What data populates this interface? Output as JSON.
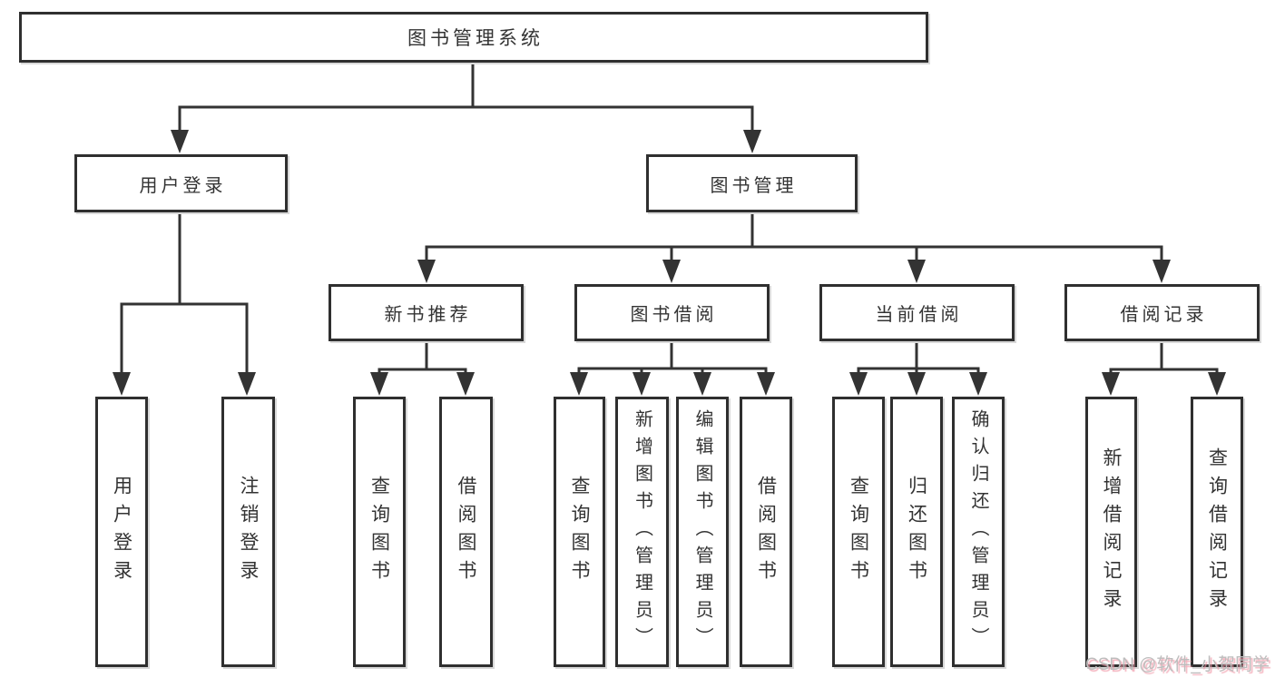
{
  "diagram": {
    "type": "functional-structure-tree",
    "title": "图书管理系统",
    "colors": {
      "line": "#333333",
      "text": "#333333",
      "box_background": "#ffffff",
      "watermark_text": "#bdbdbd",
      "watermark_shadow": "#f096a5"
    },
    "nodes": {
      "root": {
        "label": "图书管理系统"
      },
      "user_login": {
        "label": "用户登录"
      },
      "book_mgmt": {
        "label": "图书管理"
      },
      "new_books": {
        "label": "新书推荐"
      },
      "book_borrow": {
        "label": "图书借阅"
      },
      "current_borrow": {
        "label": "当前借阅"
      },
      "borrow_records": {
        "label": "借阅记录"
      },
      "leaf_user_login": {
        "label": "用户登录"
      },
      "leaf_logout": {
        "label": "注销登录"
      },
      "leaf_nb_query": {
        "label": "查询图书"
      },
      "leaf_nb_borrow": {
        "label": "借阅图书"
      },
      "leaf_bb_query": {
        "label": "查询图书"
      },
      "leaf_bb_add": {
        "label": "新增图书（管理员）"
      },
      "leaf_bb_edit": {
        "label": "编辑图书（管理员）"
      },
      "leaf_bb_borrow": {
        "label": "借阅图书"
      },
      "leaf_cb_query": {
        "label": "查询图书"
      },
      "leaf_cb_return": {
        "label": "归还图书"
      },
      "leaf_cb_confirm": {
        "label": "确认归还（管理员）"
      },
      "leaf_br_add": {
        "label": "新增借阅记录"
      },
      "leaf_br_query": {
        "label": "查询借阅记录"
      }
    },
    "hierarchy": {
      "图书管理系统": {
        "用户登录": [
          "用户登录",
          "注销登录"
        ],
        "图书管理": {
          "新书推荐": [
            "查询图书",
            "借阅图书"
          ],
          "图书借阅": [
            "查询图书",
            "新增图书（管理员）",
            "编辑图书（管理员）",
            "借阅图书"
          ],
          "当前借阅": [
            "查询图书",
            "归还图书",
            "确认归还（管理员）"
          ],
          "借阅记录": [
            "新增借阅记录",
            "查询借阅记录"
          ]
        }
      }
    }
  },
  "watermark": {
    "text": "CSDN @软件_小贺同学"
  }
}
